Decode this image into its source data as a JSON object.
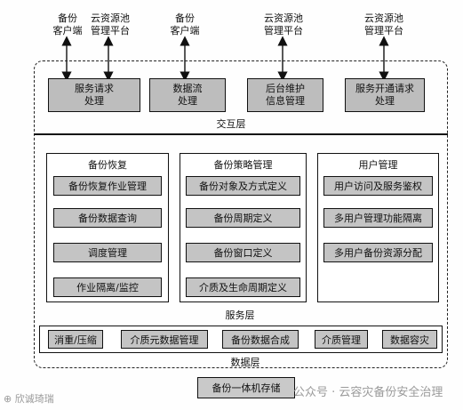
{
  "actors": [
    {
      "line1": "备份",
      "line2": "客户端"
    },
    {
      "line1": "云资源池",
      "line2": "管理平台"
    },
    {
      "line1": "备份",
      "line2": "客户端"
    },
    {
      "line1": "云资源池",
      "line2": "管理平台"
    },
    {
      "line1": "云资源池",
      "line2": "管理平台"
    }
  ],
  "interaction": {
    "modules": [
      {
        "line1": "服务请求",
        "line2": "处理"
      },
      {
        "line1": "数据流",
        "line2": "处理"
      },
      {
        "line1": "后台维护",
        "line2": "信息管理"
      },
      {
        "line1": "服务开通请求",
        "line2": "处理"
      }
    ],
    "label": "交互层"
  },
  "service": {
    "groups": [
      {
        "title": "备份恢复",
        "items": [
          "备份恢复作业管理",
          "备份数据查询",
          "调度管理",
          "作业隔离/监控"
        ]
      },
      {
        "title": "备份策略管理",
        "items": [
          "备份对象及方式定义",
          "备份周期定义",
          "备份窗口定义",
          "介质及生命周期定义"
        ]
      },
      {
        "title": "用户管理",
        "items": [
          "用户访问及服务鉴权",
          "多用户管理功能隔离",
          "多用户备份资源分配"
        ]
      }
    ],
    "label": "服务层"
  },
  "data_layer": {
    "items": [
      "消重/压缩",
      "介质元数据管理",
      "备份数据合成",
      "介质管理",
      "数据容灾"
    ],
    "label": "数据层"
  },
  "storage": {
    "label": "备份一体机存储"
  },
  "watermark": {
    "left": "⊕ 欣诚琦瑞",
    "right": "公众号 · 云容灾备份安全治理"
  }
}
